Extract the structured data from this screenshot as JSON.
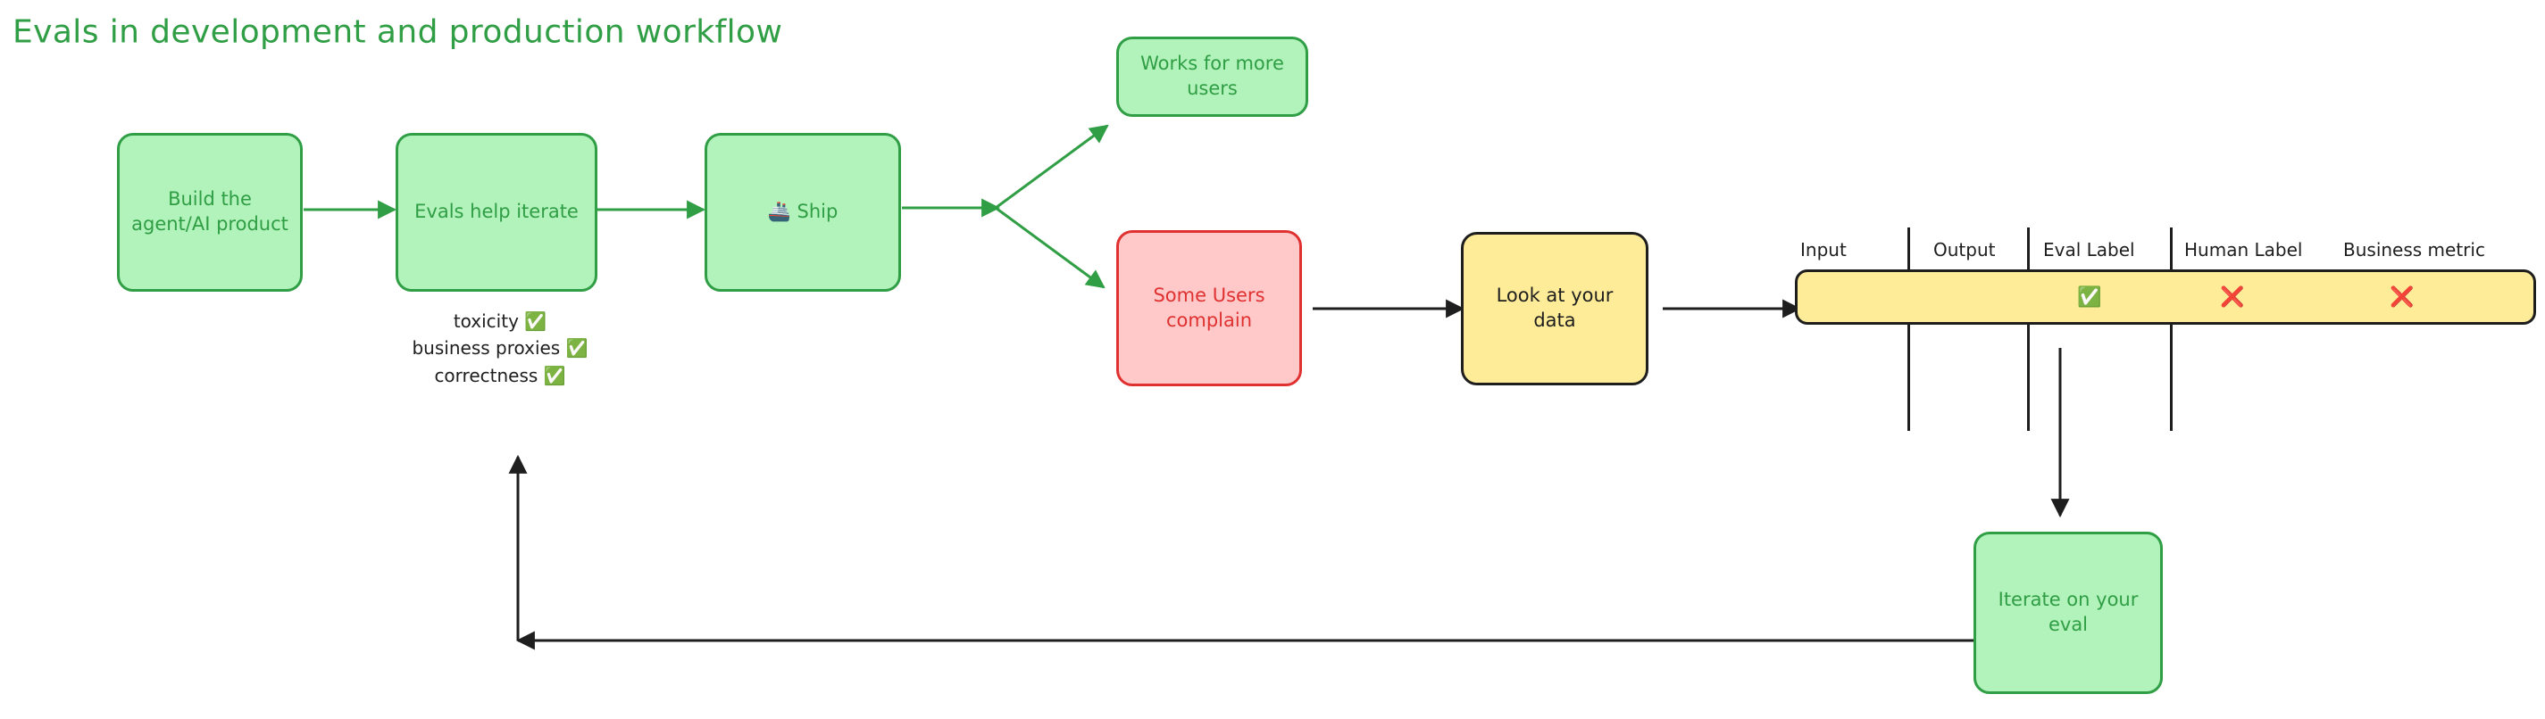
{
  "title": "Evals in development and production workflow",
  "colors": {
    "green_fill": "#b2f2bb",
    "green_stroke": "#2f9e44",
    "red_fill": "#ffc9c9",
    "red_stroke": "#e03131",
    "yellow_fill": "#ffec99",
    "black_stroke": "#1e1e1e",
    "background": "#ffffff"
  },
  "nodes": {
    "build": {
      "label": "Build the\nagent/AI product"
    },
    "evals_iterate": {
      "label": "Evals help iterate"
    },
    "ship": {
      "label": "🚢 Ship"
    },
    "works": {
      "label": "Works for more\nusers"
    },
    "complain": {
      "label": "Some Users\ncomplain"
    },
    "look_data": {
      "label": "Look at your\ndata"
    },
    "iterate_eval": {
      "label": "Iterate on your\neval"
    }
  },
  "metrics": [
    {
      "name": "toxicity",
      "status": "✅"
    },
    {
      "name": "business proxies",
      "status": "✅"
    },
    {
      "name": "correctness",
      "status": "✅"
    }
  ],
  "table": {
    "headers": [
      "Input",
      "Output",
      "Eval Label",
      "Human Label",
      "Business metric"
    ],
    "row": [
      "",
      "",
      "✅",
      "❌",
      "❌"
    ]
  }
}
